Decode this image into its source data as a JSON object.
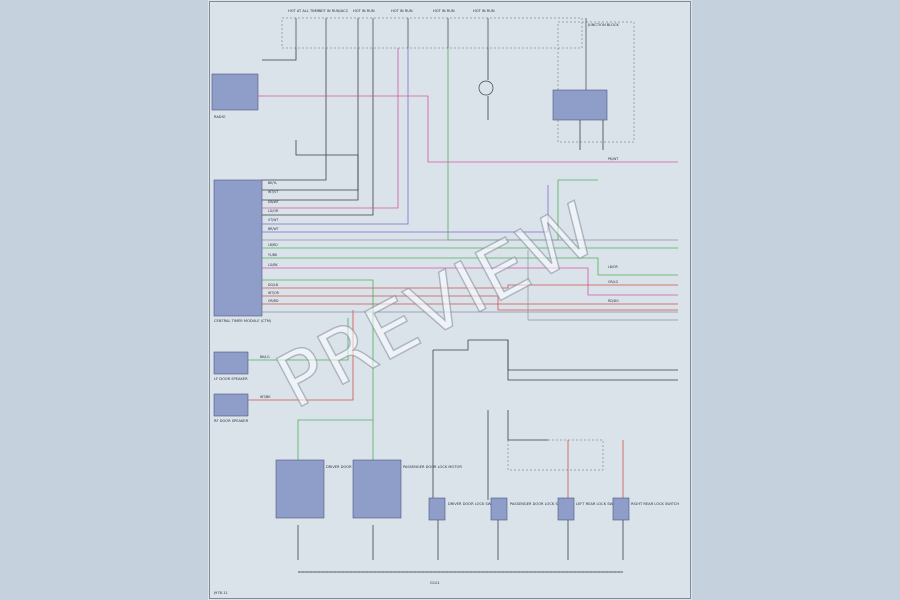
{
  "watermark": "PREVIEW",
  "colors": {
    "background": "#c5d1dc",
    "sheet": "#dbe3ea",
    "wire_black": "#3c3f48",
    "wire_pink": "#d455a8",
    "wire_red": "#d0524a",
    "wire_green": "#4fae5a",
    "wire_violet": "#7f6bd1",
    "component": "#8f9ec9"
  },
  "top_sources": [
    {
      "id": "f37",
      "label": "HOT AT ALL TIMES"
    },
    {
      "id": "f38",
      "label": "HOT IN RUN/ACC"
    },
    {
      "id": "f39",
      "label": "HOT IN RUN"
    },
    {
      "id": "f40",
      "label": "HOT IN RUN"
    },
    {
      "id": "f41",
      "label": "HOT IN RUN"
    },
    {
      "id": "f42",
      "label": "HOT IN RUN"
    }
  ],
  "components": {
    "radio": {
      "label": "RADIO"
    },
    "central_module": {
      "label": "CENTRAL TIMER MODULE (CTM)"
    },
    "lf_door_speaker": {
      "label": "LF DOOR SPEAKER"
    },
    "rf_door_speaker": {
      "label": "RF DOOR SPEAKER"
    },
    "junction_block": {
      "label": "JUNCTION BLOCK"
    },
    "driver_lock_motor": {
      "label": "DRIVER DOOR LOCK MOTOR"
    },
    "passenger_lock_motor": {
      "label": "PASSENGER DOOR LOCK MOTOR"
    },
    "driver_lock_switch": {
      "label": "DRIVER DOOR LOCK SWITCH"
    },
    "passenger_lock_switch": {
      "label": "PASSENGER DOOR LOCK SWITCH"
    },
    "lr_lock_switch": {
      "label": "LEFT REAR LOCK SWITCH"
    },
    "rr_lock_switch": {
      "label": "RIGHT REAR LOCK SWITCH"
    },
    "ground_label": "G101"
  },
  "wire_labels": [
    "BK/YL",
    "WT/VT",
    "DB/WT",
    "LG/OR",
    "VT/WT",
    "BR/WT",
    "LB/RD",
    "YL/BK",
    "LG/BK",
    "DG/LB",
    "WT/OR",
    "OR/RD",
    "BK/LG",
    "WT/BK",
    "LB/OR",
    "OR/LG",
    "PK/WT",
    "RD/DG"
  ],
  "page_tag": "J978-11"
}
